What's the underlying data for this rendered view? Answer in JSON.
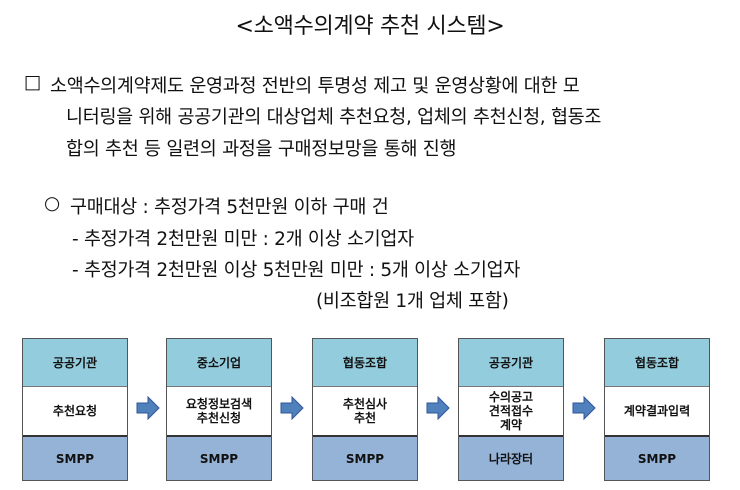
{
  "title": "<소액수의계약 추천 시스템>",
  "intro": {
    "bullet": "□",
    "lines": [
      "소액수의계약제도 운영과정 전반의 투명성 제고 및 운영상황에 대한 모",
      "니터링을 위해 공공기관의 대상업체 추천요청, 업체의 추천신청, 협동조",
      "합의 추천 등 일련의 과정을 구매정보망을 통해 진행"
    ]
  },
  "target": {
    "bullet": "○",
    "line": "구매대상 : 추정가격 5천만원 이하 구매 건",
    "subs": [
      "- 추정가격 2천만원 미만 : 2개 이상 소기업자",
      "- 추정가격 2천만원 이상 5천만원 미만 : 5개 이상 소기업자",
      "(비조합원 1개 업체 포함)"
    ]
  },
  "flow": [
    {
      "actor": "공공기관",
      "action": "추천요청",
      "system": "SMPP"
    },
    {
      "actor": "중소기업",
      "action": "요청정보검색\n추천신청",
      "system": "SMPP"
    },
    {
      "actor": "협동조합",
      "action": "추천심사\n추천",
      "system": "SMPP"
    },
    {
      "actor": "공공기관",
      "action": "수의공고\n견적접수\n계약",
      "system": "나라장터"
    },
    {
      "actor": "협동조합",
      "action": "계약결과입력",
      "system": "SMPP"
    }
  ],
  "colors": {
    "header": "#93cddd",
    "system": "#95b3d7",
    "arrow": "#4f81bd"
  }
}
